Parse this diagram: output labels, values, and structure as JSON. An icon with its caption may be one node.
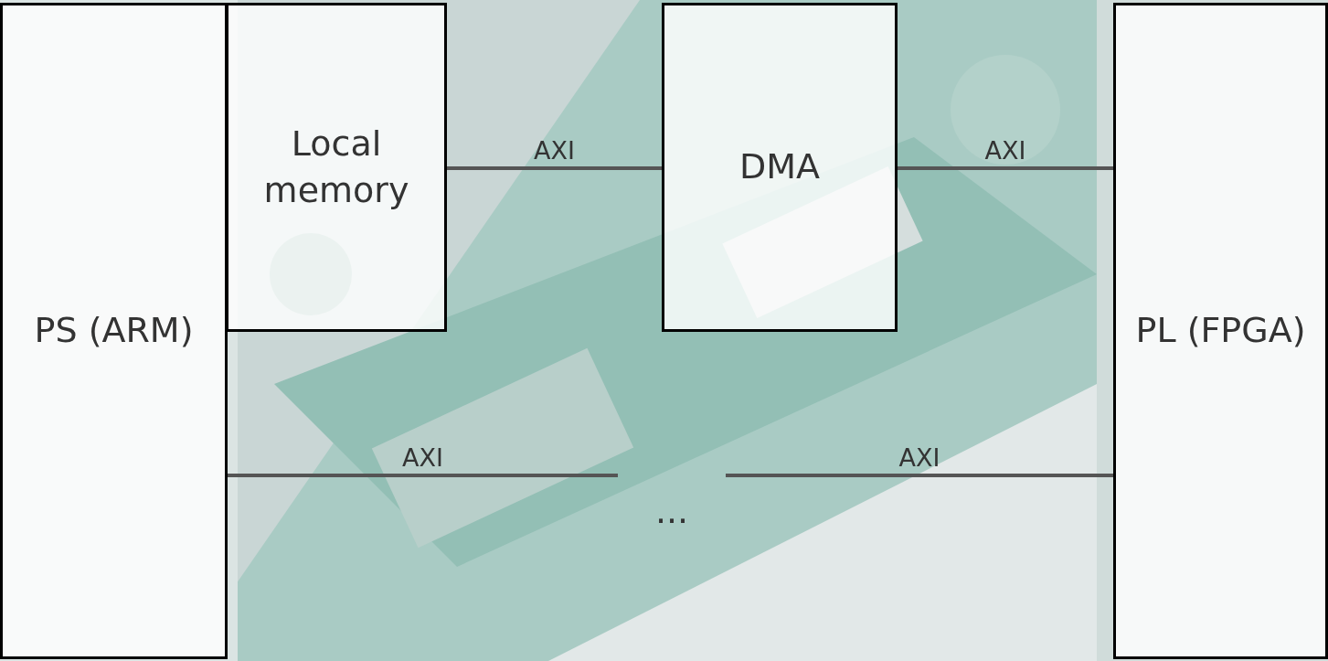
{
  "diagram": {
    "nodes": [
      {
        "text": [
          "PS (ARM)"
        ]
      },
      {
        "text": [
          "Local memory"
        ]
      },
      {
        "text": [
          "DMA"
        ]
      },
      {
        "text": [
          "PL (FPGA)"
        ]
      },
      {
        "text": [
          "..."
        ]
      }
    ],
    "edges": [
      {
        "from": 1,
        "to": 2,
        "arrow": "none",
        "label": "AXI"
      },
      {
        "from": 2,
        "to": 3,
        "arrow": "none",
        "label": "AXI"
      },
      {
        "from": 0,
        "to": 4,
        "arrow": "none",
        "label": "AXI"
      },
      {
        "from": 4,
        "to": 3,
        "arrow": "none",
        "label": "AXI"
      }
    ]
  }
}
